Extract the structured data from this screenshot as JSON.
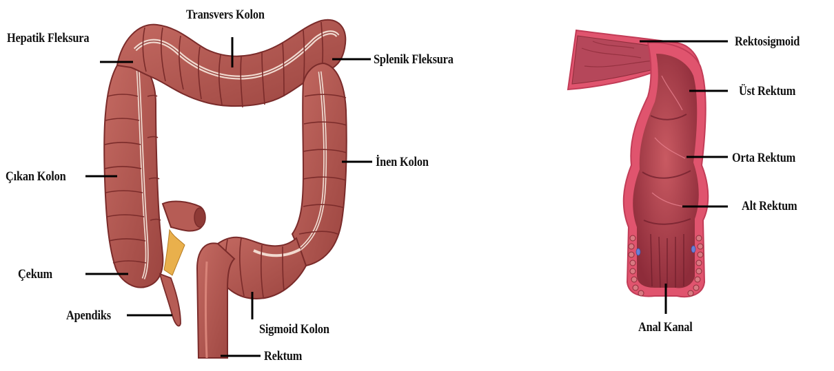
{
  "colors": {
    "colon_fill": "#b65c55",
    "colon_dark": "#7a2b2a",
    "colon_light": "#e8b0a6",
    "taenia": "#f1d9cf",
    "fat": "#e9b04c",
    "rectum_border": "#e0546e",
    "rectum_inner": "#a93a48",
    "rectum_dark": "#6f1f2c",
    "leader": "#000000",
    "text": "#111111"
  },
  "left_diagram": {
    "labels": {
      "transvers_kolon": "Transvers Kolon",
      "hepatik_fleksura": "Hepatik Fleksura",
      "splenik_fleksura": "Splenik Fleksura",
      "inen_kolon": "İnen Kolon",
      "cikan_kolon": "Çıkan Kolon",
      "cekum": "Çekum",
      "apendiks": "Apendiks",
      "sigmoid_kolon": "Sigmoid Kolon",
      "rektum": "Rektum"
    }
  },
  "right_diagram": {
    "labels": {
      "rektosigmoid": "Rektosigmoid",
      "ust_rektum": "Üst Rektum",
      "orta_rektum": "Orta Rektum",
      "alt_rektum": "Alt Rektum",
      "anal_kanal": "Anal Kanal"
    }
  }
}
